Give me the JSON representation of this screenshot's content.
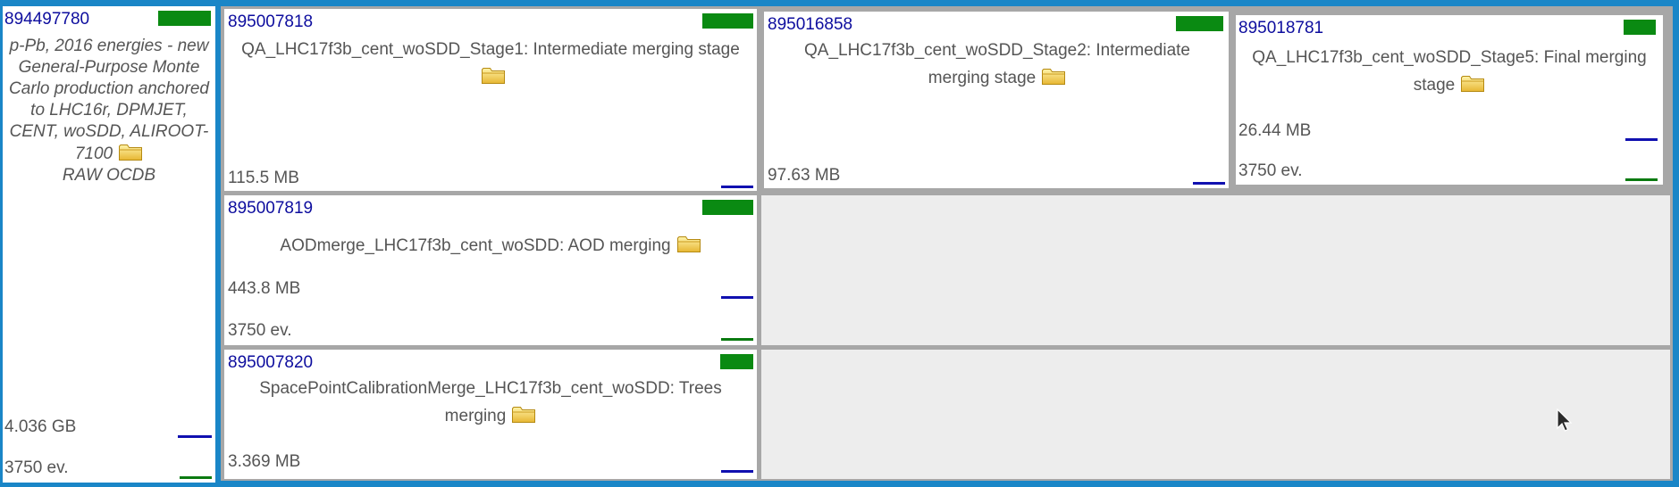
{
  "parent_job": {
    "id": "894497780",
    "description": "p-Pb, 2016 energies - new General-Purpose Monte Carlo production anchored to LHC16r, DPMJET, CENT, woSDD, ALIROOT-7100",
    "description_tail": "RAW OCDB",
    "size": "4.036 GB",
    "events": "3750 ev.",
    "status_color": "#0a8a12"
  },
  "jobs": [
    {
      "id": "895007818",
      "title": "QA_LHC17f3b_cent_woSDD_Stage1: Intermediate merging stage",
      "size": "115.5 MB",
      "events": ""
    },
    {
      "id": "895016858",
      "title": "QA_LHC17f3b_cent_woSDD_Stage2: Intermediate merging stage",
      "size": "97.63 MB",
      "events": ""
    },
    {
      "id": "895018781",
      "title": "QA_LHC17f3b_cent_woSDD_Stage5: Final merging stage",
      "size": "26.44 MB",
      "events": "3750 ev."
    },
    {
      "id": "895007819",
      "title": "AODmerge_LHC17f3b_cent_woSDD: AOD merging",
      "size": "443.8 MB",
      "events": "3750 ev."
    },
    {
      "id": "895007820",
      "title": "SpacePointCalibrationMerge_LHC17f3b_cent_woSDD: Trees merging",
      "size": "3.369 MB",
      "events": ""
    }
  ],
  "icons": {
    "folder": "folder-icon",
    "cursor": "mouse-pointer-icon"
  },
  "colors": {
    "frame_blue": "#1a86c7",
    "status_green": "#0a8a12",
    "id_link": "#0d0d9e",
    "size_bar": "#1010b0",
    "events_bar": "#0a7a10",
    "empty_panel": "#ededed"
  }
}
